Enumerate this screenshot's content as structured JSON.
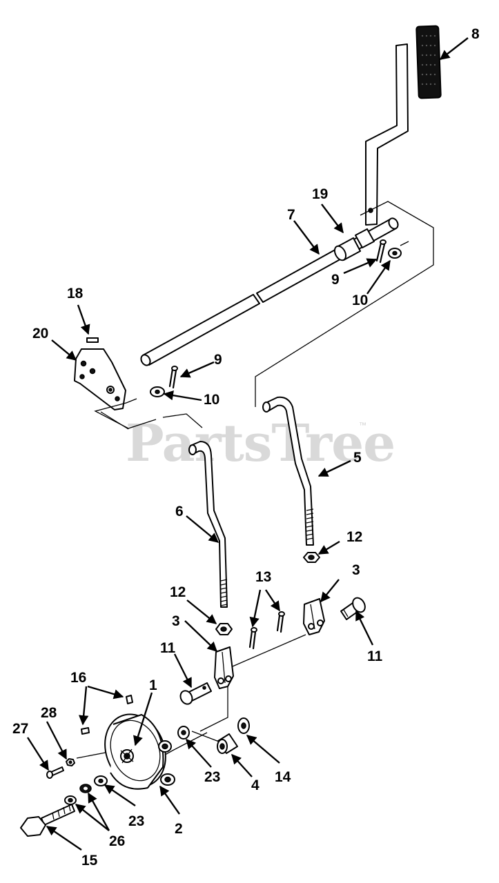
{
  "watermark": {
    "text": "PartsTree",
    "trademark": "™"
  },
  "callouts": {
    "c1": "1",
    "c2": "2",
    "c3a": "3",
    "c3b": "3",
    "c4": "4",
    "c5": "5",
    "c6": "6",
    "c7": "7",
    "c8": "8",
    "c9a": "9",
    "c9b": "9",
    "c10a": "10",
    "c10b": "10",
    "c11a": "11",
    "c11b": "11",
    "c12a": "12",
    "c12b": "12",
    "c13": "13",
    "c14": "14",
    "c15": "15",
    "c16": "16",
    "c18": "18",
    "c19": "19",
    "c20": "20",
    "c23a": "23",
    "c23b": "23",
    "c26": "26",
    "c27": "27",
    "c28": "28"
  }
}
